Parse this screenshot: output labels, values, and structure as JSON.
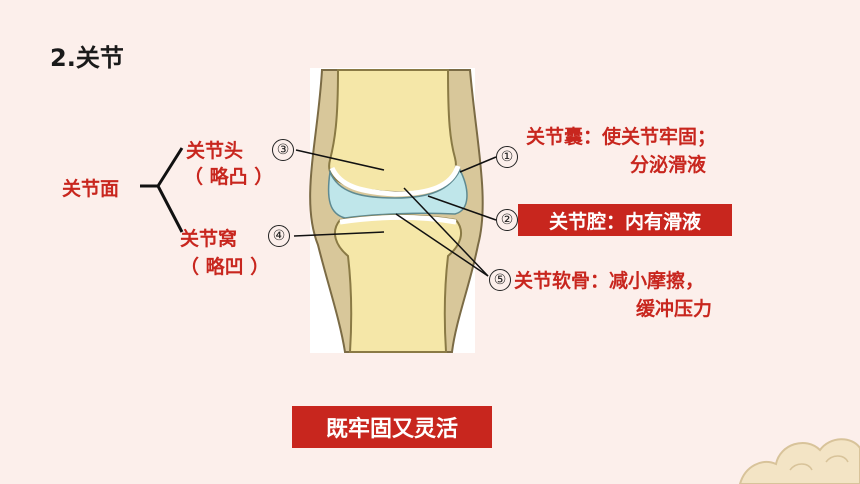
{
  "title": "2.关节",
  "joint_surface": {
    "label": "关节面",
    "head": {
      "label": "关节头",
      "note": "（ 略凸 ）"
    },
    "socket": {
      "label": "关节窝",
      "note": "（ 略凹 ）"
    }
  },
  "markers": {
    "m1": "①",
    "m2": "②",
    "m3": "③",
    "m4": "④",
    "m5": "⑤"
  },
  "capsule": {
    "line1": "关节囊：使关节牢固；",
    "line2": "分泌滑液"
  },
  "cavity": {
    "text": "关节腔：内有滑液"
  },
  "cartilage": {
    "line1": "关节软骨：减小摩擦，",
    "line2": "缓冲压力"
  },
  "summary": {
    "text": "既牢固又灵活"
  },
  "colors": {
    "accent": "#c8261e",
    "background": "#fcefeb",
    "bone": "#f5e7a8",
    "cavity": "#bfe6ea"
  }
}
